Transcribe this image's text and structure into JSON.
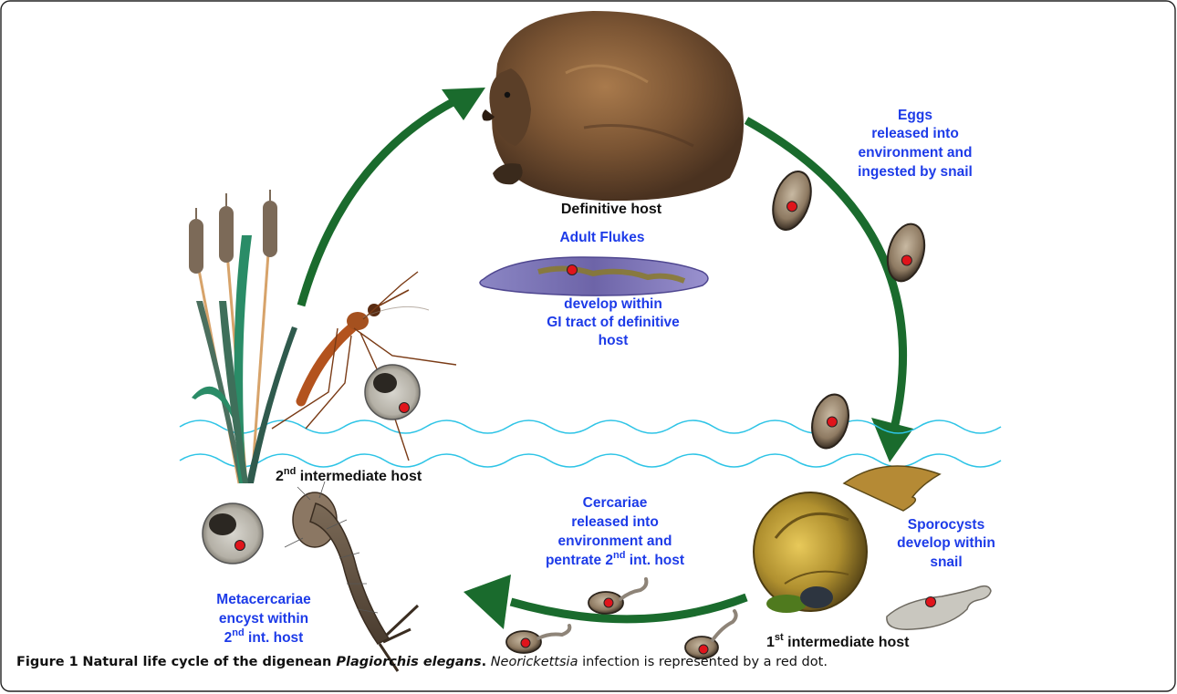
{
  "labels": {
    "definitive_host": "Definitive host",
    "adult_flukes": "Adult Flukes",
    "develop_lines": [
      "develop within",
      "GI tract of definitive",
      "host"
    ],
    "eggs_lines": [
      "Eggs",
      "released into",
      "environment and",
      "ingested by snail"
    ],
    "sporocysts_lines": [
      "Sporocysts",
      "develop within",
      "snail"
    ],
    "first_host": {
      "sup": "st",
      "num": "1",
      "rest": " intermediate host"
    },
    "cercariae_lines": [
      "Cercariae",
      "released into",
      "environment and"
    ],
    "cercariae_last": {
      "pre": "pentrate 2",
      "sup": "nd",
      "post": " int. host"
    },
    "second_host": {
      "num": "2",
      "sup": "nd",
      "rest": " intermediate host"
    },
    "metacercariae_lines": [
      "Metacercariae",
      "encyst within"
    ],
    "metacercariae_last": {
      "pre": "2",
      "sup": "nd",
      "post": " int. host"
    }
  },
  "caption": {
    "figure_label": "Figure 1",
    "title_pre": "Natural life cycle of the digenean ",
    "title_species": "Plagiorchis elegans",
    "title_post": ".",
    "body_species": "Neorickettsia",
    "body_rest": " infection is represented by a red dot."
  },
  "colors": {
    "arrow": "#1a6b2d",
    "water": "#2ec4e6",
    "label_blue": "#1d3be8",
    "infection_dot": "#e0141b"
  },
  "icons": [
    "muskrat",
    "adult-fluke",
    "egg",
    "snail",
    "sporocyst",
    "cercaria",
    "mosquito",
    "mosquito-larva",
    "metacercaria",
    "cattail-plant"
  ]
}
